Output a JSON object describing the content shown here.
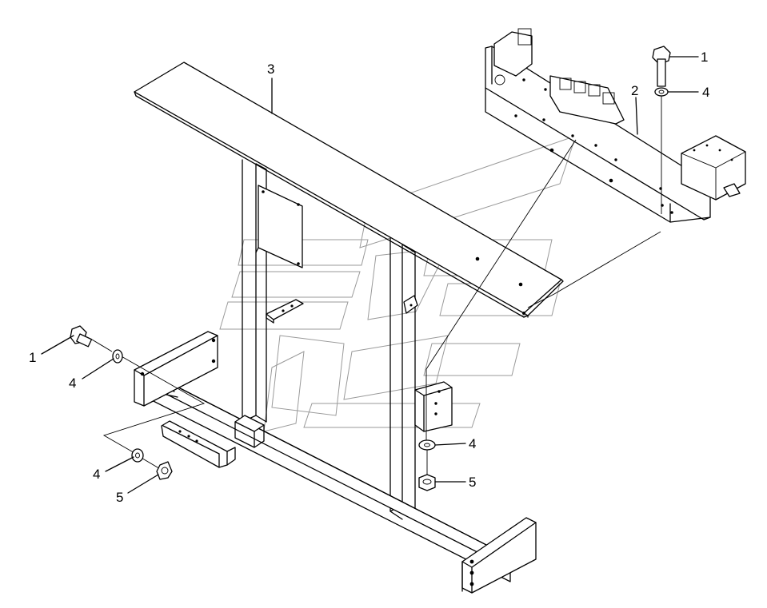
{
  "callouts": {
    "c1_top": "1",
    "c4_top": "4",
    "c2": "2",
    "c3": "3",
    "c1_left": "1",
    "c4_left": "4",
    "c4_lower": "4",
    "c5_lower": "5",
    "c4_right": "4",
    "c5_right": "5"
  }
}
